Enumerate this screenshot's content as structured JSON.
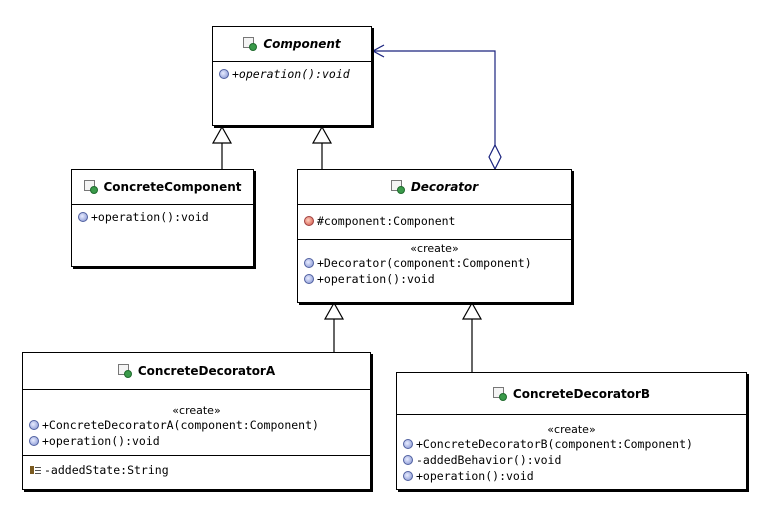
{
  "classes": {
    "component": {
      "name": "Component",
      "operations": [
        "+operation():void"
      ]
    },
    "concrete_component": {
      "name": "ConcreteComponent",
      "operations": [
        "+operation():void"
      ]
    },
    "decorator": {
      "name": "Decorator",
      "attributes": [
        "#component:Component"
      ],
      "stereotype": "«create»",
      "operations": [
        "+Decorator(component:Component)",
        "+operation():void"
      ]
    },
    "concrete_decorator_a": {
      "name": "ConcreteDecoratorA",
      "stereotype": "«create»",
      "operations": [
        "+ConcreteDecoratorA(component:Component)",
        "+operation():void"
      ],
      "attributes": [
        "-addedState:String"
      ]
    },
    "concrete_decorator_b": {
      "name": "ConcreteDecoratorB",
      "stereotype": "«create»",
      "operations": [
        "+ConcreteDecoratorB(component:Component)",
        "-addedBehavior():void",
        "+operation():void"
      ]
    }
  },
  "relations": [
    {
      "type": "generalization",
      "from": "ConcreteComponent",
      "to": "Component"
    },
    {
      "type": "generalization",
      "from": "Decorator",
      "to": "Component"
    },
    {
      "type": "aggregation",
      "from": "Decorator",
      "to": "Component"
    },
    {
      "type": "generalization",
      "from": "ConcreteDecoratorA",
      "to": "Decorator"
    },
    {
      "type": "generalization",
      "from": "ConcreteDecoratorB",
      "to": "Decorator"
    }
  ],
  "colors": {
    "line": "#000000",
    "aggregation_line": "#1a237e",
    "class_icon_dot": "#3a9a4a"
  }
}
